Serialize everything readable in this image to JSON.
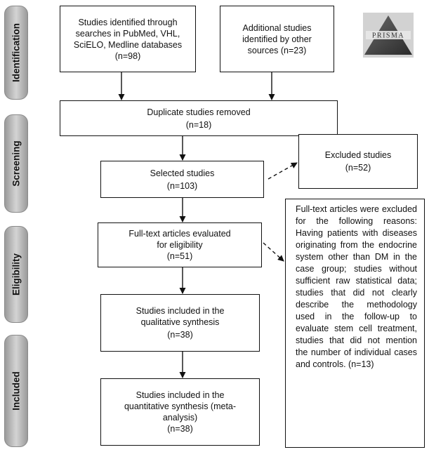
{
  "phases": [
    {
      "label": "Identification"
    },
    {
      "label": "Screening"
    },
    {
      "label": "Eligibility"
    },
    {
      "label": "Included"
    }
  ],
  "boxes": {
    "identified": {
      "lines": [
        "Studies identified through",
        "searches in PubMed, VHL,",
        "SciELO, Medline databases"
      ],
      "count": "(n=98)"
    },
    "additional": {
      "lines": [
        "Additional studies",
        "identified by other"
      ],
      "count": "sources (n=23)"
    },
    "duplicates": {
      "lines": [
        "Duplicate studies removed"
      ],
      "count": "(n=18)"
    },
    "selected": {
      "lines": [
        "Selected studies"
      ],
      "count": "(n=103)"
    },
    "excluded": {
      "lines": [
        "Excluded studies"
      ],
      "count": "(n=52)"
    },
    "fulltext": {
      "lines": [
        "Full-text articles evaluated",
        "for eligibility"
      ],
      "count": "(n=51)"
    },
    "qualitative": {
      "lines": [
        "Studies included in the",
        "qualitative synthesis"
      ],
      "count": "(n=38)"
    },
    "quantitative": {
      "lines": [
        "Studies included in the",
        "quantitative synthesis (meta-",
        "analysis)"
      ],
      "count": "(n=38)"
    },
    "fulltext_excluded": {
      "text": "Full-text articles were excluded for the following reasons: Having patients with diseases originating from the endocrine system other than DM in the case group; studies without sufficient raw statistical data; studies that did not clearly describe the methodology used in the follow-up to evaluate stem cell treatment, studies that did not mention the number of individual cases and controls. (n=13)"
    }
  },
  "logo": {
    "text": "PRISMA"
  }
}
